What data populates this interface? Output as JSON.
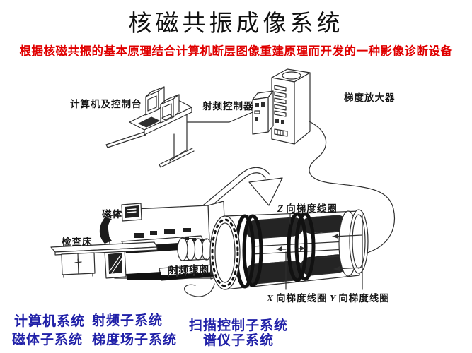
{
  "title": {
    "text": "核磁共振成像系统",
    "color": "#111111"
  },
  "subtitle": {
    "text": "根据核磁共振的基本原理结合计算机断层图像重建原理而开发的一种影像诊断设备",
    "color": "#e00000"
  },
  "diagram": {
    "stroke_color": "#2e2e2e",
    "labels": {
      "computer_console": "计算机及控制台",
      "rf_controller": "射频控制器",
      "gradient_amplifier": "梯度放大器",
      "magnet": "磁体",
      "exam_bed": "检查床",
      "rf_coil": "射频线圈",
      "z_coil": {
        "letter": "Z",
        "text": "向梯度线圈"
      },
      "x_coil": {
        "letter": "X",
        "text": "向梯度线圈"
      },
      "y_coil": {
        "letter": "Y",
        "text": "向梯度线圈"
      }
    }
  },
  "subsystems": {
    "color": "#2121a8",
    "items": [
      {
        "label": "计算机系统"
      },
      {
        "label": "射频子系统"
      },
      {
        "label": "扫描控制子系统"
      },
      {
        "label": "磁体子系统"
      },
      {
        "label": "梯度场子系统"
      },
      {
        "label": "谱仪子系统"
      }
    ]
  }
}
